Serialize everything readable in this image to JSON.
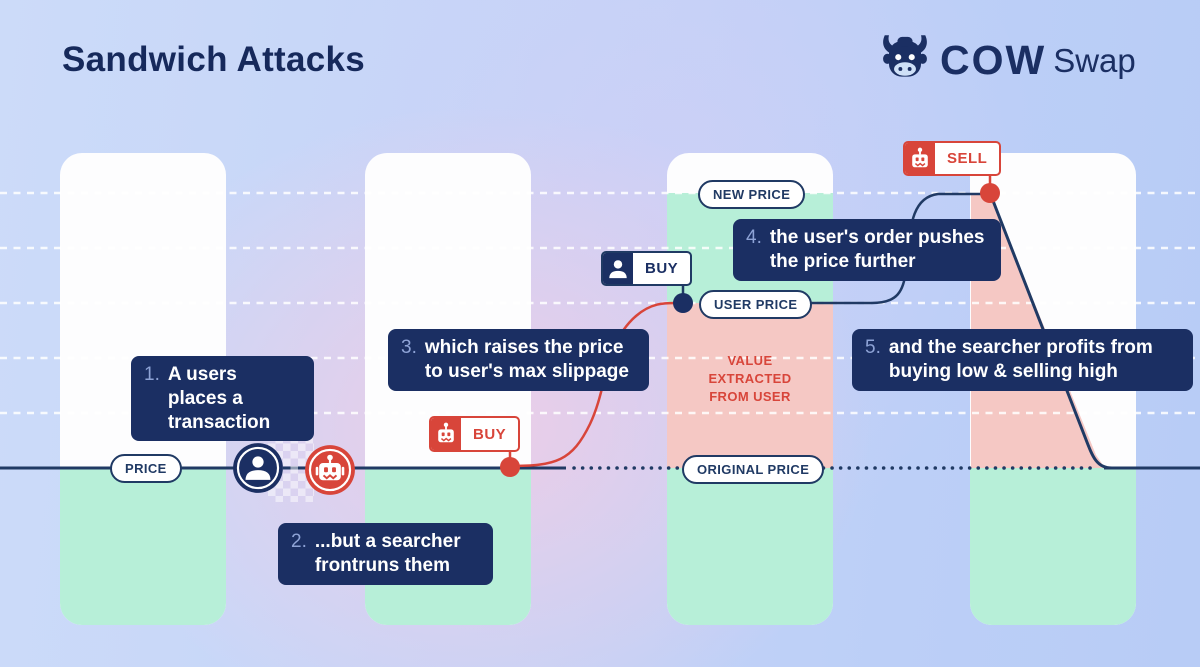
{
  "header": {
    "title": "Sandwich Attacks",
    "logo": {
      "brand": "COW",
      "suffix": "Swap"
    }
  },
  "price_labels": {
    "price": "PRICE",
    "new_price": "NEW PRICE",
    "user_price": "USER PRICE",
    "original_price": "ORIGINAL PRICE"
  },
  "steps": [
    {
      "num": "1.",
      "text": "A users places a transaction"
    },
    {
      "num": "2.",
      "text": "...but a searcher frontruns them"
    },
    {
      "num": "3.",
      "text": "which raises the price to user's max slippage"
    },
    {
      "num": "4.",
      "text": "the user's order pushes the price further"
    },
    {
      "num": "5.",
      "text": "and the searcher profits from buying low & selling high"
    }
  ],
  "tags": {
    "searcher_buy": "BUY",
    "user_buy": "BUY",
    "searcher_sell": "SELL"
  },
  "annotations": {
    "value_extracted": "VALUE EXTRACTED FROM USER"
  },
  "icons": {
    "logo": "cow-head-icon",
    "user": "user-icon",
    "searcher": "searcher-robot-icon"
  },
  "colors": {
    "navy": "#1b2f63",
    "line_navy": "#203a64",
    "red": "#d8453a",
    "mint": "#b7efd8",
    "pink": "#f5c8c4",
    "step_number": "#8ea3d6"
  }
}
